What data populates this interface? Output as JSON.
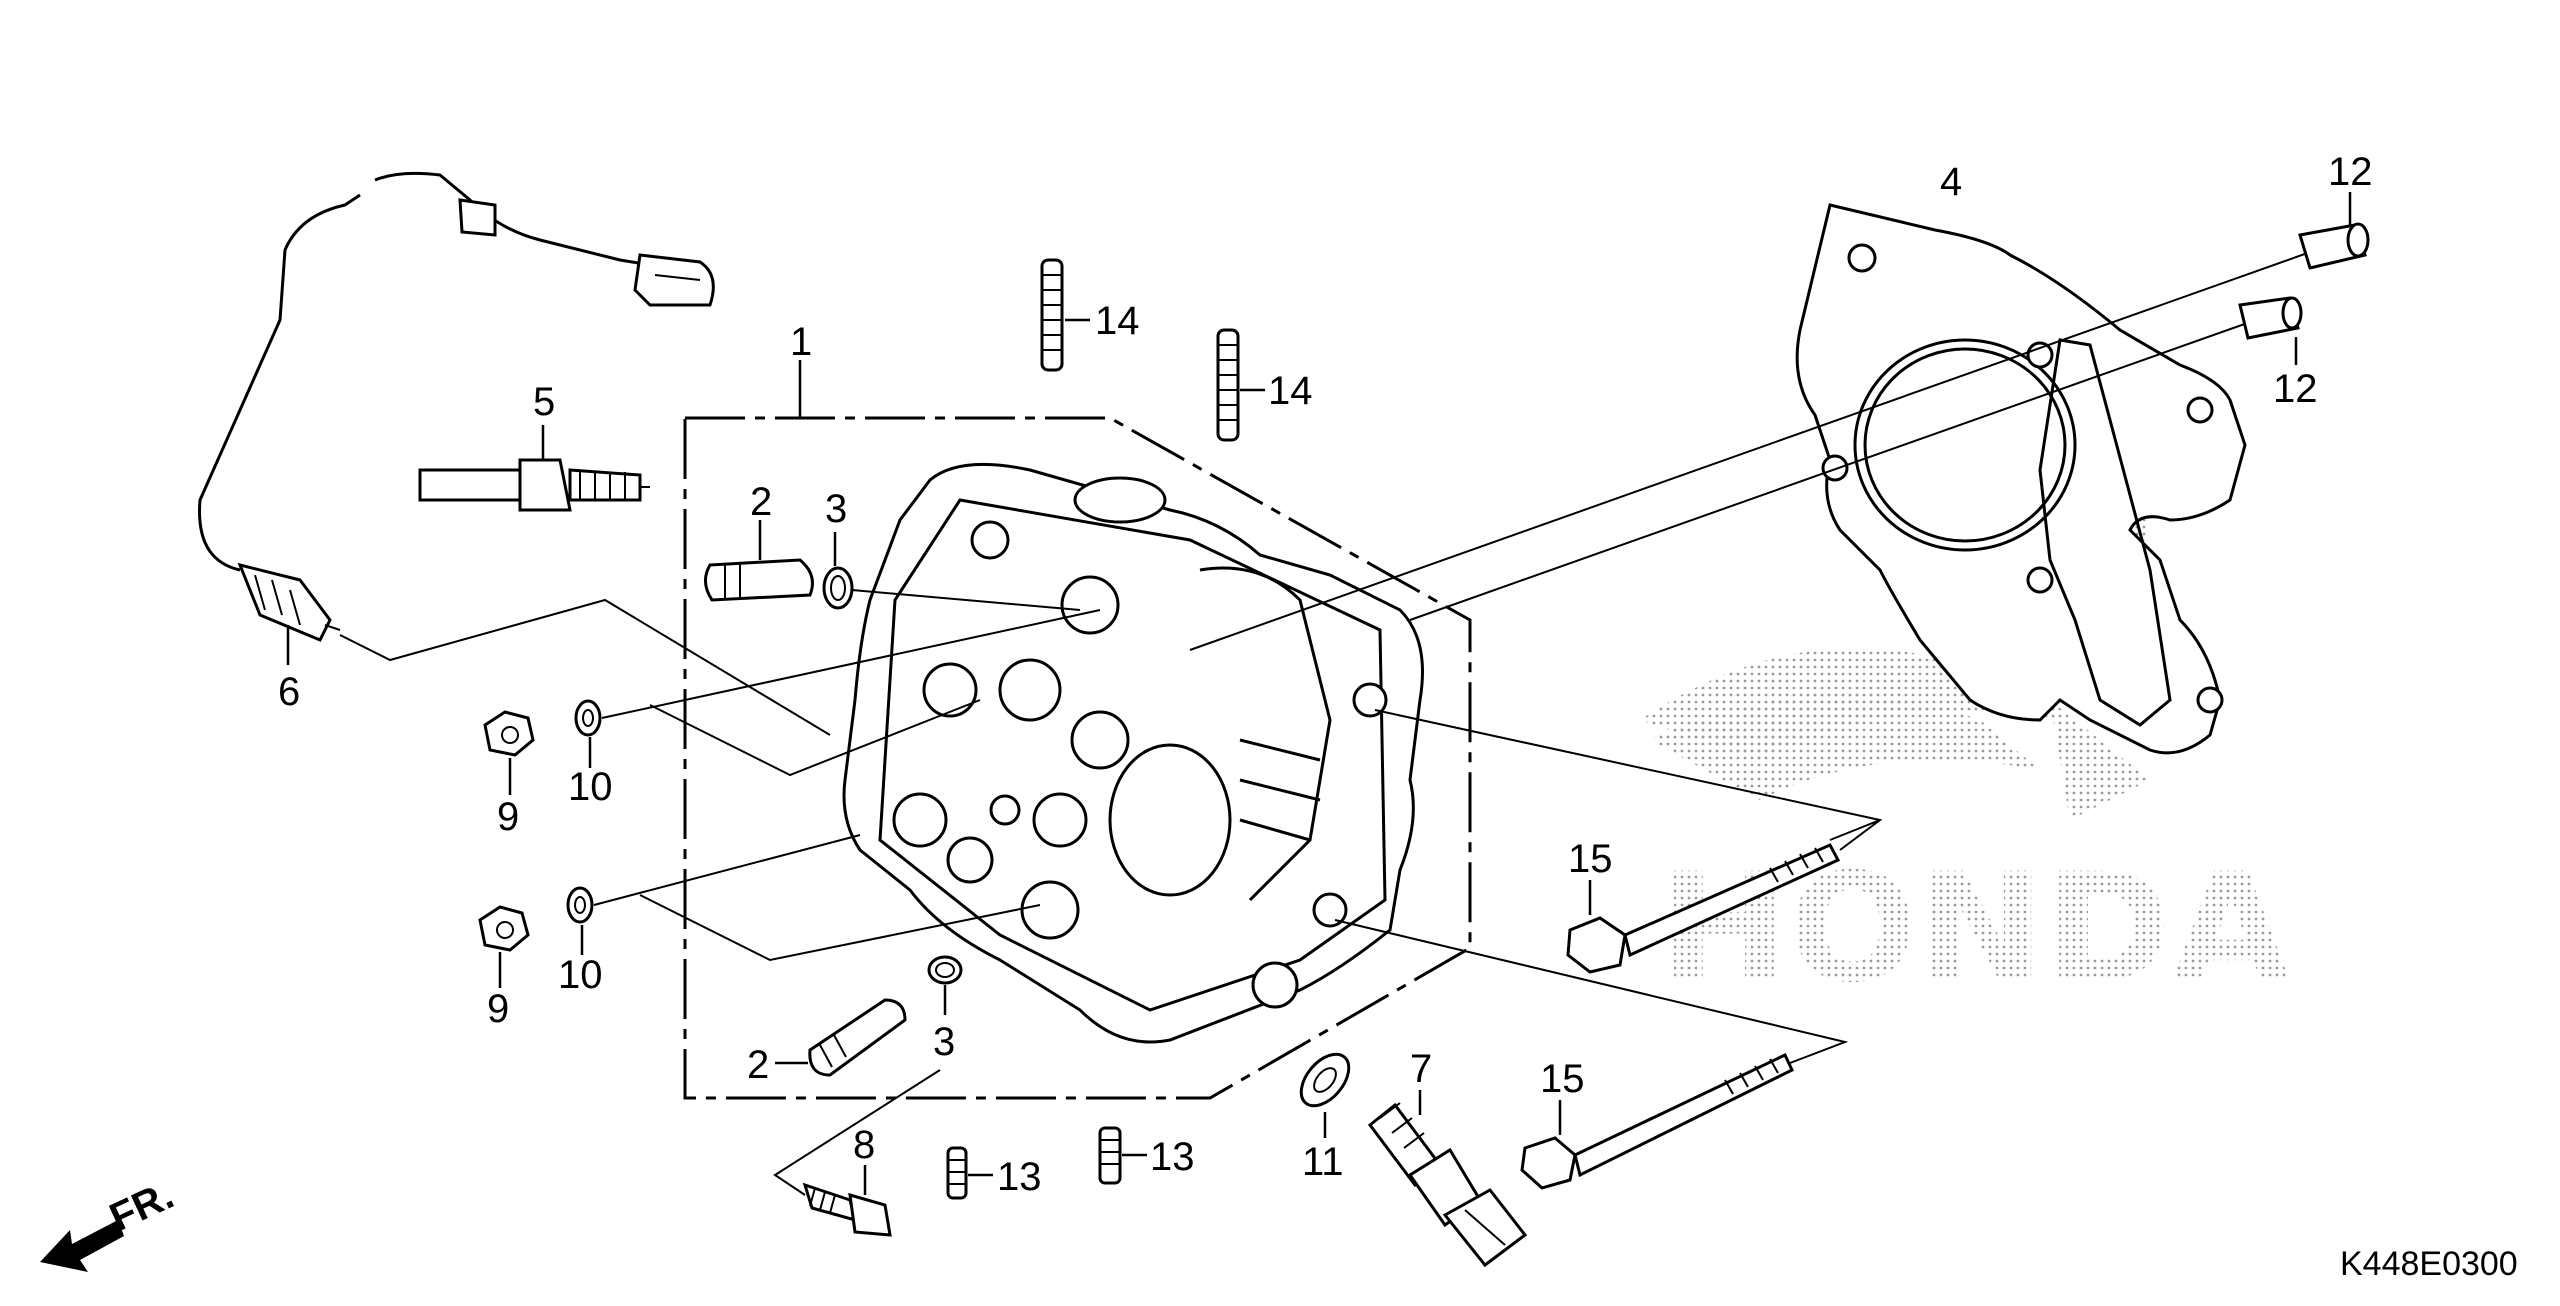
{
  "diagram_code": "K448E0300",
  "front_indicator": "FR.",
  "watermark_brand": "HONDA",
  "callouts": {
    "c1": "1",
    "c2a": "2",
    "c2b": "2",
    "c3a": "3",
    "c3b": "3",
    "c4": "4",
    "c5": "5",
    "c6": "6",
    "c7": "7",
    "c8": "8",
    "c9a": "9",
    "c9b": "9",
    "c10a": "10",
    "c10b": "10",
    "c11": "11",
    "c12a": "12",
    "c12b": "12",
    "c13a": "13",
    "c13b": "13",
    "c14a": "14",
    "c14b": "14",
    "c15a": "15",
    "c15b": "15"
  }
}
